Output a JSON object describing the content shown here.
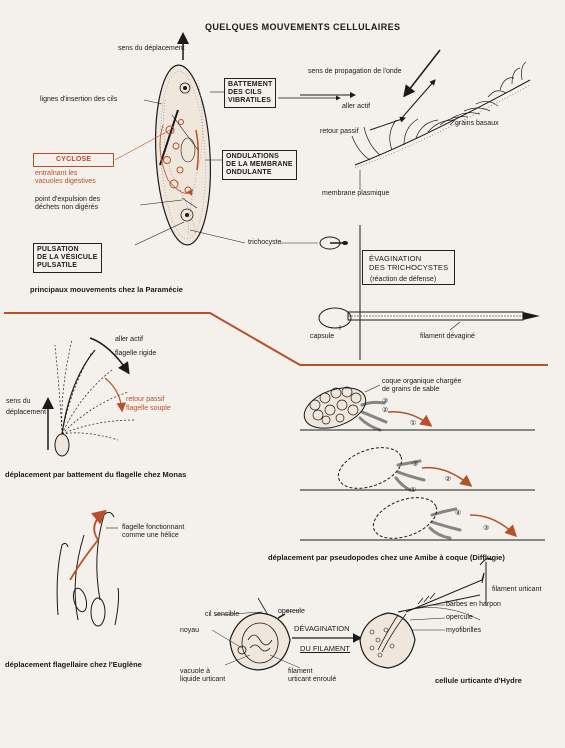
{
  "title": "QUELQUES MOUVEMENTS CELLULAIRES",
  "colors": {
    "accent": "#b8502a",
    "ink": "#1a1a1a",
    "paper": "#f4f1ec"
  },
  "paramecie": {
    "sens_deplacement": "sens du déplacement",
    "lignes_cils": "lignes d'insertion des cils",
    "battement_box": "BATTEMENT\nDES CILS\nVIBRATILES",
    "cyclose_box": "CYCLOSE",
    "cyclose_desc": "entraînant les\nvacuoles digestives",
    "point_expulsion": "point d'expulsion des\ndéchets non digérés",
    "ondulations_box": "ONDULATIONS\nDE LA MEMBRANE\nONDULANTE",
    "pulsation_box": "PULSATION\nDE LA VÉSICULE\nPULSATILE",
    "trichocyste": "trichocyste",
    "caption": "principaux mouvements chez la Paramécie"
  },
  "cils": {
    "sens_propagation": "sens de propagation de l'onde",
    "aller_actif": "aller actif",
    "retour_passif": "retour passif",
    "grains_basaux": "grains basaux",
    "membrane": "membrane plasmique"
  },
  "trichocyste": {
    "evagination_box": "ÉVAGINATION\nDES TRICHOCYSTES",
    "reaction": "(réaction de défense)",
    "capsule": "capsule",
    "filament": "filament dévaginé"
  },
  "monas": {
    "aller_actif": "aller actif",
    "flagelle_rigide": "flagelle rigide",
    "retour_passif": "retour passif",
    "flagelle_souple": "flagelle souple",
    "sens_deplacement": "sens du\ndéplacement",
    "caption": "déplacement par battement du flagelle chez Monas"
  },
  "amibe": {
    "coque": "coque organique chargée\nde grains de sable",
    "caption": "déplacement par pseudopodes  chez une Amibe à coque (Difflugie)",
    "steps": [
      "①",
      "②",
      "③",
      "④"
    ]
  },
  "euglene": {
    "flagelle": "flagelle fonctionnant\ncomme une hélice",
    "caption": "déplacement flagellaire chez l'Euglène"
  },
  "hydre": {
    "cil_sensible": "cil sensible",
    "opercule": "opercule",
    "noyau": "noyau",
    "devagination_1": "DÉVAGINATION",
    "devagination_2": "DU FILAMENT",
    "vacuole": "vacuole à\nliquide urticant",
    "filament_enroule": "filament\nurticant enroulé",
    "filament_urticant": "filament urticant",
    "barbes": "barbes en harpon",
    "opercule2": "opercule",
    "myofibrilles": "myofibrilles",
    "caption": "cellule urticante d'Hydre"
  }
}
